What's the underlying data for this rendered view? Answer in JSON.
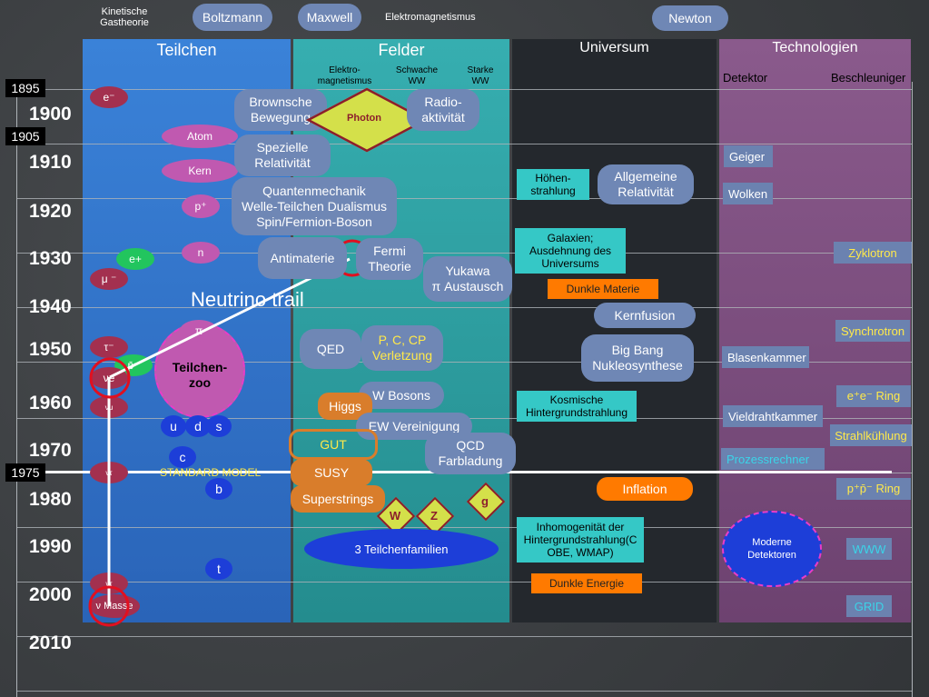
{
  "top": {
    "kinetic": "Kinetische\nGastheorie",
    "boltzmann": "Boltzmann",
    "maxwell": "Maxwell",
    "em": "Elektromagnetismus",
    "newton": "Newton"
  },
  "columns": {
    "teilchen": "Teilchen",
    "felder": "Felder",
    "universum": "Universum",
    "technologien": "Technologien"
  },
  "felder_sub": [
    "Elektro-\nmagnetismus",
    "Schwache\nWW",
    "Starke\nWW"
  ],
  "tech_sub": [
    "Detektor",
    "Beschleuniger"
  ],
  "years": [
    "1900",
    "1910",
    "1920",
    "1930",
    "1940",
    "1950",
    "1960",
    "1970",
    "1980",
    "1990",
    "2000",
    "2010"
  ],
  "year_boxes": [
    "1895",
    "1905",
    "1975"
  ],
  "teilchen": {
    "e_minus": "e⁻",
    "atom": "Atom",
    "kern": "Kern",
    "p_plus": "p⁺",
    "e_plus": "e+",
    "n": "n",
    "mu": "μ ⁻",
    "pi": "π",
    "tau": "τ⁻",
    "nu_e": "νe",
    "p_bar": "p̄⁻",
    "nu_mu": "νμ",
    "zoo": "Teilchen-\nzoo",
    "u": "u",
    "d": "d",
    "s": "s",
    "c": "c",
    "b": "b",
    "t": "t",
    "nu_tau": "ντ",
    "nu_tau2": "ντ",
    "nu_masse": "ν Masse",
    "standard_model": "STANDARD MODEL",
    "neutrino_trail": "Neutrino trail"
  },
  "felder": {
    "brownsche": "Brownsche\nBewegung",
    "photon": "Photon",
    "radio": "Radio-\naktivität",
    "spezielle": "Spezielle\nRelativität",
    "quanten": "Quantenmechanik\nWelle-Teilchen Dualismus\nSpin/Fermion-Boson",
    "antimaterie": "Antimaterie",
    "fermi": "Fermi\nTheorie",
    "yukawa": "Yukawa\nπ Austausch",
    "qed": "QED",
    "pccp": "P, C, CP\nVerletzung",
    "wbosons": "W Bosons",
    "higgs": "Higgs",
    "ew": "EW Vereinigung",
    "gut": "GUT",
    "qcd": "QCD\nFarbladung",
    "susy": "SUSY",
    "superstrings": "Superstrings",
    "w": "W",
    "z": "Z",
    "g": "g",
    "drei": "3 Teilchenfamilien"
  },
  "universum": {
    "hoehen": "Höhen-\nstrahlung",
    "allgemeine": "Allgemeine\nRelativität",
    "galaxien": "Galaxien;\nAusdehnung des\nUniversums",
    "dunkle_materie": "Dunkle Materie",
    "kernfusion": "Kernfusion",
    "bigbang": "Big Bang\nNukleosynthese",
    "kosmische": "Kosmische\nHintergrundstrahlung",
    "inflation": "Inflation",
    "inhomo": "Inhomogenität der\nHintergrundstrahlung(C\nOBE, WMAP)",
    "dunkle_energie": "Dunkle Energie"
  },
  "tech": {
    "geiger": "Geiger",
    "wolken": "Wolken",
    "zyklotron": "Zyklotron",
    "synchrotron": "Synchrotron",
    "blasen": "Blasenkammer",
    "epem": "e⁺e⁻ Ring",
    "vieldraht": "Vieldrahtkammer",
    "strahl": "Strahlkühlung",
    "prozess": "Prozessrechner",
    "ppbar": "p⁺p̄⁻ Ring",
    "moderne": "Moderne\nDetektoren",
    "www": "WWW",
    "grid": "GRID"
  },
  "colors": {
    "teilchen_bg": "#2f6fc6",
    "felder_bg": "#2a9a9b",
    "universum_bg": "#262a30",
    "tech_bg": "#7a4d7d"
  }
}
